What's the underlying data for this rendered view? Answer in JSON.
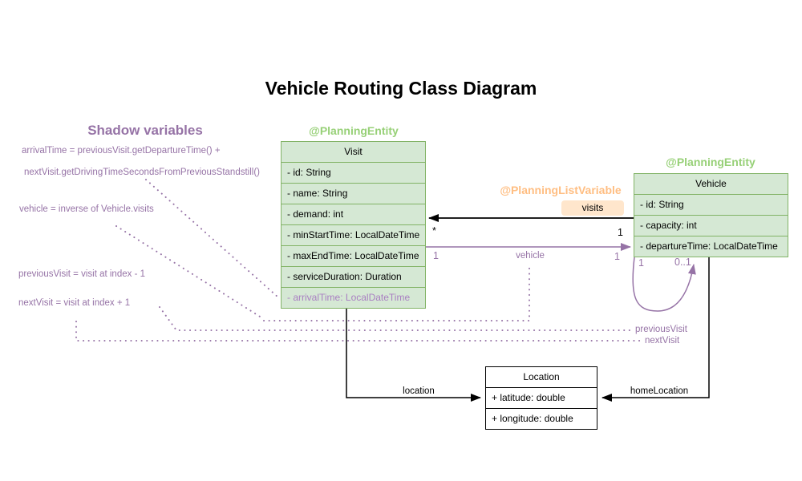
{
  "title": "Vehicle Routing Class Diagram",
  "shadow_notes": {
    "heading": "Shadow variables",
    "arrival_formula_line1": "arrivalTime = previousVisit.getDepartureTime() +",
    "arrival_formula_line2": "nextVisit.getDrivingTimeSecondsFromPreviousStandstill()",
    "vehicle_formula": "vehicle = inverse of Vehicle.visits",
    "previous_visit_formula": "previousVisit = visit at index - 1",
    "next_visit_formula": "nextVisit = visit at index + 1"
  },
  "classes": {
    "visit": {
      "annotation": "@PlanningEntity",
      "name": "Visit",
      "fields": [
        "- id: String",
        "- name: String",
        "- demand: int",
        "- minStartTime: LocalDateTime",
        "- maxEndTime: LocalDateTime",
        "- serviceDuration: Duration",
        "- arrivalTime: LocalDateTime"
      ]
    },
    "vehicle": {
      "annotation": "@PlanningEntity",
      "name": "Vehicle",
      "fields": [
        "- id: String",
        "- capacity: int",
        "- departureTime: LocalDateTime"
      ]
    },
    "location": {
      "name": "Location",
      "fields": [
        "+ latitude: double",
        "+ longitude: double"
      ]
    }
  },
  "relations": {
    "visits": {
      "annotation": "@PlanningListVariable",
      "label": "visits",
      "mult_vehicle_end": "1",
      "mult_visit_end": "*"
    },
    "vehicle": {
      "label": "vehicle",
      "mult_visit_end": "1",
      "mult_vehicle_end": "1"
    },
    "chain_loop": {
      "mult_start": "1",
      "mult_end": "0..1"
    },
    "previous_visit": {
      "label": "previousVisit"
    },
    "next_visit": {
      "label": "nextVisit"
    },
    "location": {
      "label": "location"
    },
    "home_location": {
      "label": "homeLocation"
    }
  },
  "colors": {
    "class_fill_green": "#d5e8d4",
    "class_border_green": "#82b366",
    "annotation_green": "#97d077",
    "chip_fill_orange": "#ffe6cc",
    "annotation_orange": "#ffbe82",
    "purple": "#9673a6",
    "shadow_field_purple": "#a97fc2",
    "black": "#000000"
  }
}
